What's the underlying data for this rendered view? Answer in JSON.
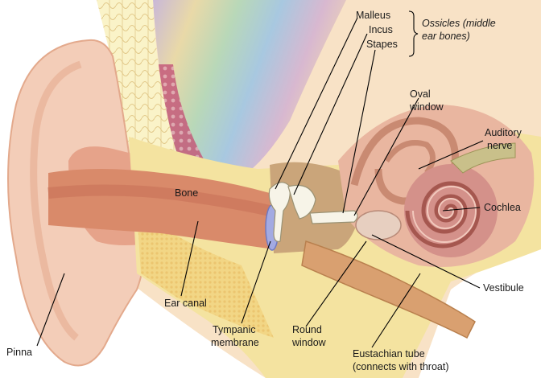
{
  "labels": {
    "malleus": "Malleus",
    "incus": "Incus",
    "stapes": "Stapes",
    "ossicles_1": "Ossicles (middle",
    "ossicles_2": "ear bones)",
    "oval_1": "Oval",
    "oval_2": "window",
    "auditory_1": "Auditory",
    "auditory_2": "nerve",
    "cochlea": "Cochlea",
    "bone": "Bone",
    "vestibule": "Vestibule",
    "ear_canal": "Ear canal",
    "tympanic_1": "Tympanic",
    "tympanic_2": "membrane",
    "round_1": "Round",
    "round_2": "window",
    "eustachian_1": "Eustachian tube",
    "eustachian_2": "(connects with throat)",
    "pinna": "Pinna"
  },
  "colors": {
    "skin": "#f3cdb8",
    "skin_dark": "#e9a98a",
    "canal": "#d98a6a",
    "bone": "#f4e6a8",
    "bone_dark": "#d8c070",
    "inner_ear": "#c98f7a",
    "cochlea": "#b86f6e",
    "ossicle": "#f7f4e8",
    "membrane": "#9fa6e0",
    "leader": "#000000"
  }
}
